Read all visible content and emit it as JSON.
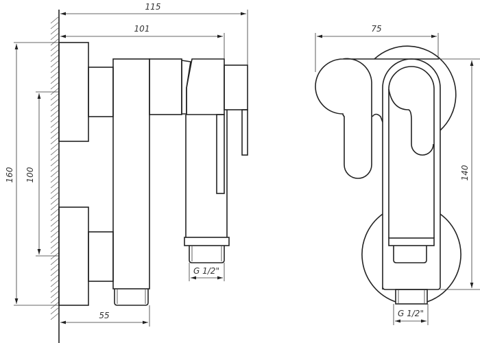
{
  "side_view": {
    "dim_total_depth": "115",
    "dim_body_depth": "101",
    "dim_height": "160",
    "dim_mount_spacing": "100",
    "dim_outlet_offset": "55",
    "dim_thread": "G 1/2\""
  },
  "front_view": {
    "dim_width": "75",
    "dim_height": "140",
    "dim_thread": "G 1/2\""
  }
}
